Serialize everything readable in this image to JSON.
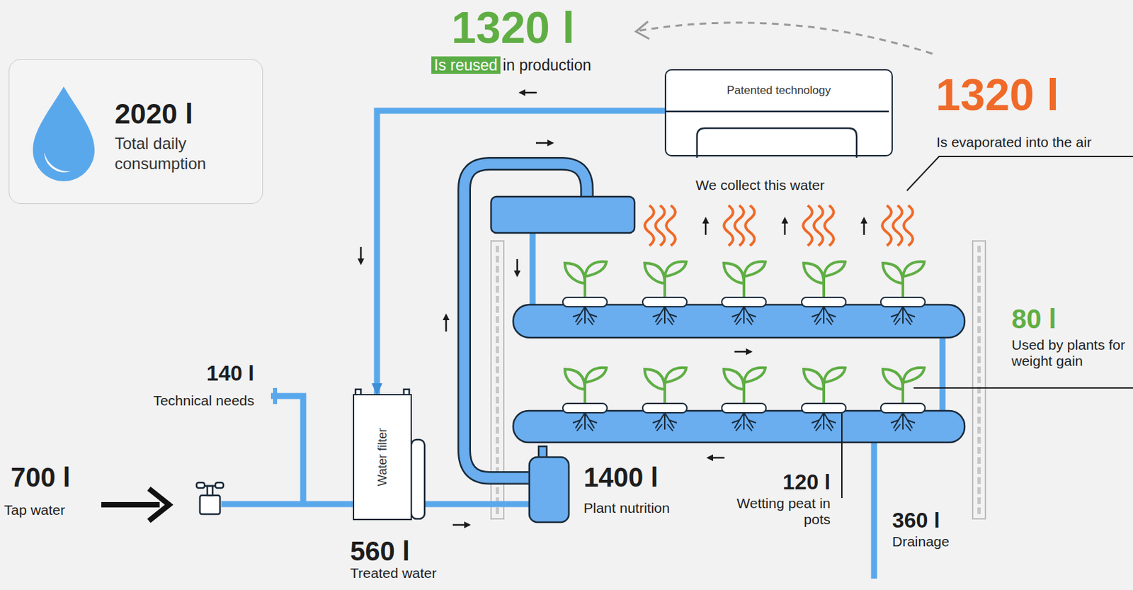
{
  "diagram": {
    "nodes": [
      {
        "text": [
          "2020 l",
          "Total daily consumption"
        ]
      },
      {
        "text": [
          "Patented technology"
        ]
      },
      {
        "text": [
          "Water filter"
        ]
      }
    ],
    "edges": [
      {
        "from": 1,
        "to": 2,
        "arrow": "to"
      }
    ],
    "labels": [
      "1320 l",
      "Is reused",
      "in production",
      "We collect this water",
      "1320 l",
      "Is evaporated into the air",
      "80 l",
      "Used by plants for weight gain",
      "140 l",
      "Technical needs",
      "700 l",
      "Tap water",
      "560 l",
      "Treated water",
      "1400 l",
      "Plant nutrition",
      "120 l",
      "Wetting peat in pots",
      "360 l",
      "Drainage"
    ]
  }
}
